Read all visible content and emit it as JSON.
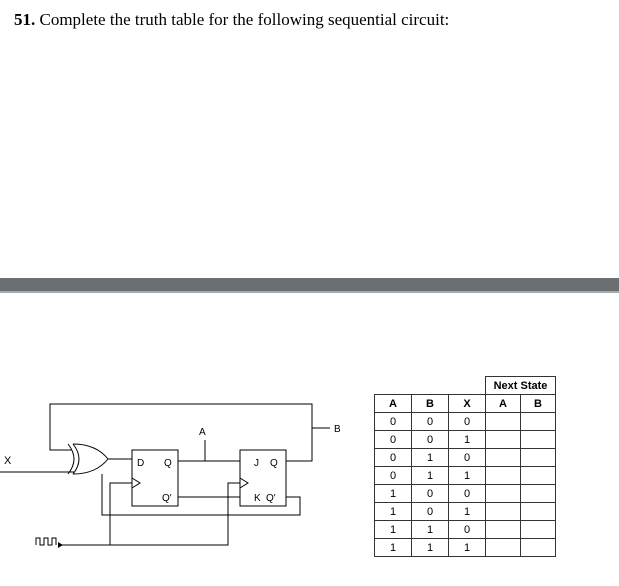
{
  "question": {
    "number": "51.",
    "text": "Complete the truth table for the following sequential circuit:"
  },
  "colors": {
    "divider": "#6b6f72",
    "text": "#000000"
  },
  "circuit": {
    "input_label": "X",
    "a_label": "A",
    "b_label": "B",
    "d_ff": {
      "d": "D",
      "q": "Q",
      "q_bar": "Q'"
    },
    "jk_ff": {
      "j": "J",
      "q": "Q",
      "k": "K",
      "q_bar": "Q'"
    }
  },
  "truth_table": {
    "group_header": "Next State",
    "columns": [
      "A",
      "B",
      "X"
    ],
    "next_columns": [
      "A",
      "B"
    ],
    "rows": [
      [
        "0",
        "0",
        "0"
      ],
      [
        "0",
        "0",
        "1"
      ],
      [
        "0",
        "1",
        "0"
      ],
      [
        "0",
        "1",
        "1"
      ],
      [
        "1",
        "0",
        "0"
      ],
      [
        "1",
        "0",
        "1"
      ],
      [
        "1",
        "1",
        "0"
      ],
      [
        "1",
        "1",
        "1"
      ]
    ]
  }
}
